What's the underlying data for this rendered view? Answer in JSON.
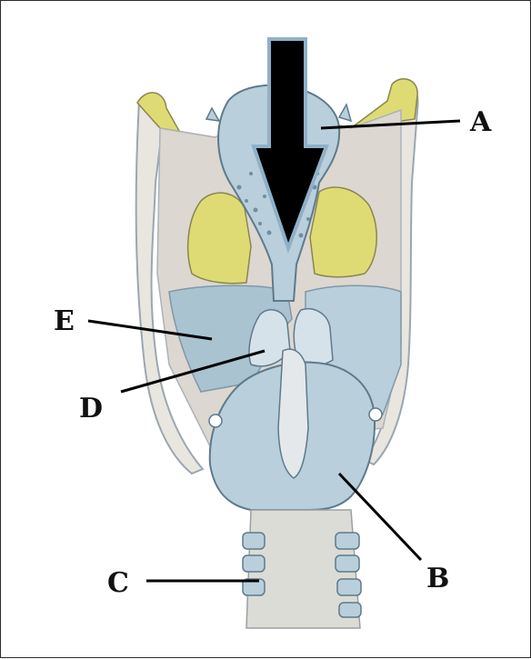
{
  "labels": {
    "a": "A",
    "b": "B",
    "c": "C",
    "d": "D",
    "e": "E"
  },
  "colors": {
    "cartilage_blue": "#b9cfdb",
    "cartilage_light": "#d6e2e9",
    "cartilage_shadow": "#8fa8b8",
    "yellow_ligament": "#dfdb74",
    "trachea": "#dcdcd6",
    "arrow": "#000000",
    "arrow_outline": "#8fb0c8"
  },
  "icons": {
    "arrow": "down-arrow-icon"
  }
}
